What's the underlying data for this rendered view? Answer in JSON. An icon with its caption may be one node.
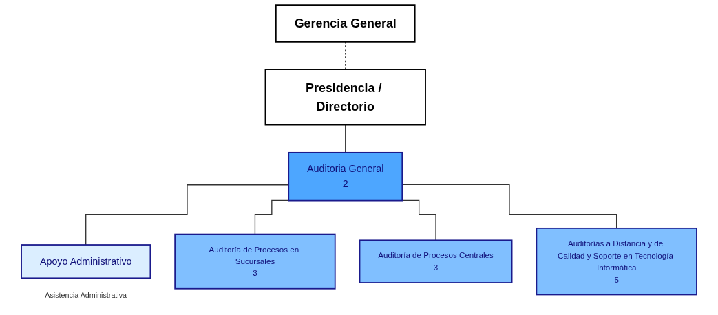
{
  "diagram": {
    "nodes": [
      {
        "text": [
          "Presidencia / Directorio"
        ]
      },
      {
        "text": [
          "Gerencia General"
        ]
      },
      {
        "text": [
          "Auditoria General",
          "2"
        ]
      },
      {
        "text": [
          "Apoyo Administrativo"
        ],
        "beside": [
          "Asistencia Administrativa"
        ]
      },
      {
        "text": [
          "Auditoría de Procesos en Sucursales",
          "3"
        ]
      },
      {
        "text": [
          "Auditoría de Procesos Centrales",
          "3"
        ]
      },
      {
        "text": [
          "Auditorías a Distancia y de Calidad y Soporte en Tecnología Informática",
          "5"
        ]
      }
    ],
    "edges": [
      {
        "from": 1,
        "to": 0,
        "arrow": "none",
        "style": "dashed"
      },
      {
        "from": 0,
        "to": 2,
        "arrow": "none"
      },
      {
        "from": 2,
        "to": 3,
        "arrow": "none"
      },
      {
        "from": 2,
        "to": 4,
        "arrow": "none"
      },
      {
        "from": 2,
        "to": 5,
        "arrow": "none"
      },
      {
        "from": 2,
        "to": 6,
        "arrow": "none"
      }
    ]
  }
}
